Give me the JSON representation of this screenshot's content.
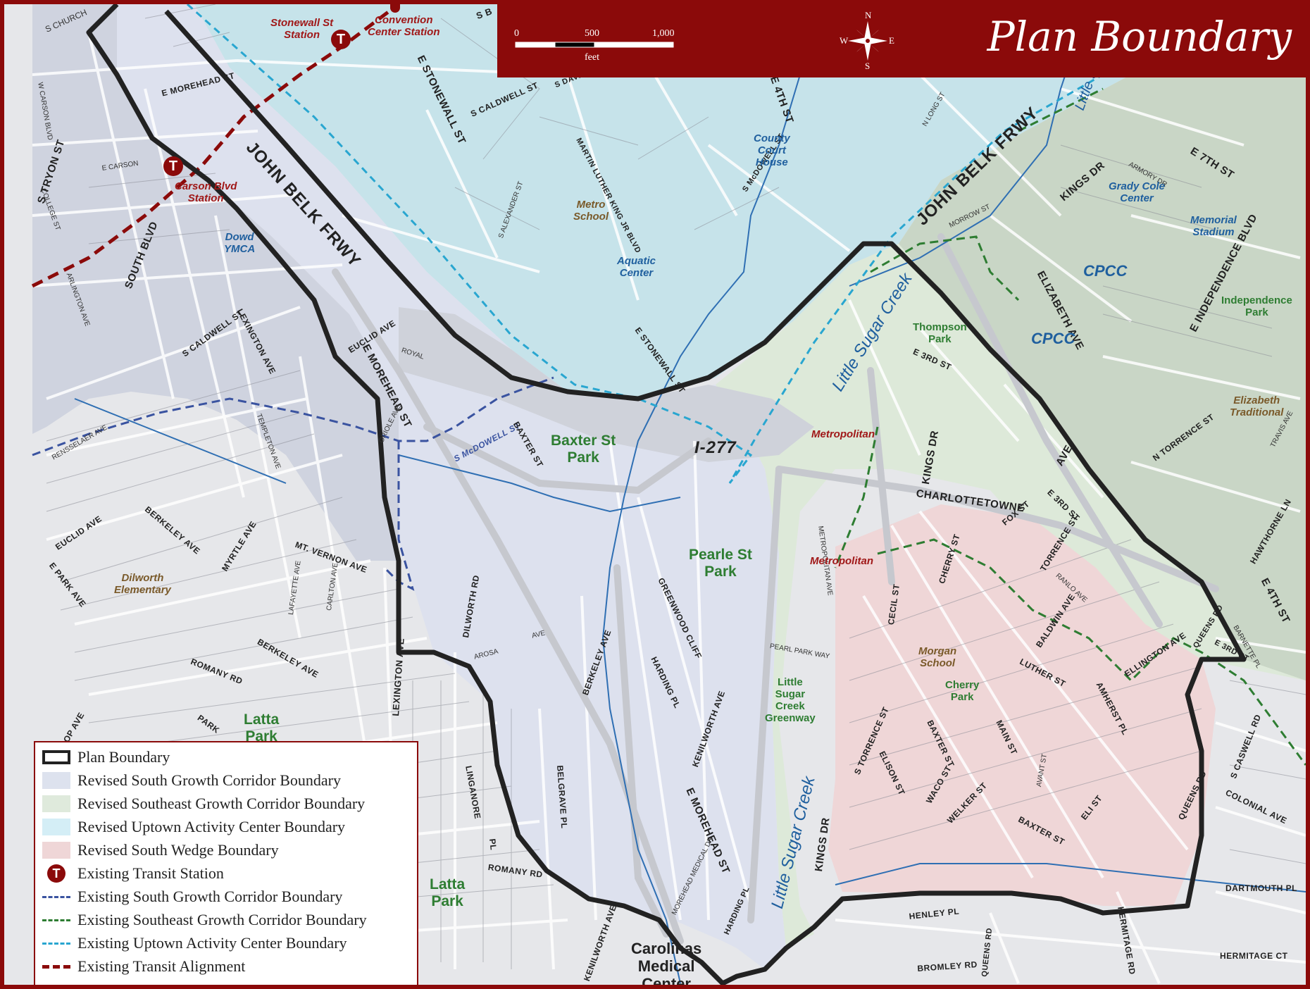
{
  "title": "Plan Boundary",
  "scale": {
    "ticks": [
      "0",
      "500",
      "1,000"
    ],
    "unit": "feet"
  },
  "compass": {
    "n": "N",
    "s": "S",
    "e": "E",
    "w": "W"
  },
  "colors": {
    "south_corridor": "#dde2ee",
    "southeast_corridor": "#dfeadc",
    "uptown": "#c6e3ea",
    "south_wedge": "#efd6d7",
    "transit": "#8b0a0a",
    "existing_south": "#3a53a0",
    "existing_southeast": "#2e7d32",
    "existing_uptown": "#29a6d0"
  },
  "legend": [
    {
      "label": "Plan Boundary",
      "icon": "plan-boundary-swatch"
    },
    {
      "label": "Revised South Growth Corridor Boundary",
      "icon": "south-corridor-swatch"
    },
    {
      "label": "Revised Southeast Growth Corridor Boundary",
      "icon": "southeast-corridor-swatch"
    },
    {
      "label": "Revised Uptown Activity Center Boundary",
      "icon": "uptown-swatch"
    },
    {
      "label": "Revised South Wedge Boundary",
      "icon": "south-wedge-swatch"
    },
    {
      "label": "Existing Transit Station",
      "icon": "transit-station-icon",
      "symbol": "T"
    },
    {
      "label": "Existing South Growth Corridor Boundary",
      "icon": "dashed-blue-line"
    },
    {
      "label": "Existing Southeast Growth Corridor Boundary",
      "icon": "dashed-green-line"
    },
    {
      "label": "Existing Uptown Activity Center Boundary",
      "icon": "dashed-cyan-line"
    },
    {
      "label": "Existing Transit Alignment",
      "icon": "dashed-red-line"
    }
  ],
  "stations": [
    {
      "name": "Stonewall St\nStation",
      "symbol": "T"
    },
    {
      "name": "Convention\nCenter Station"
    },
    {
      "name": "Carson Blvd\nStation",
      "symbol": "T"
    }
  ],
  "streets": {
    "john_belk_1": "JOHN BELK FRWY",
    "john_belk_2": "JOHN BELK FRWY",
    "i277": "I-277",
    "s_tryon": "S TRYON ST",
    "south_blvd": "SOUTH BLVD",
    "e_morehead_1": "E MOREHEAD ST",
    "e_morehead_2": "E MOREHEAD ST",
    "e_morehead_3": "E MOREHEAD ST",
    "e_stonewall_1": "E STONEWALL ST",
    "e_stonewall_2": "E STONEWALL ST",
    "s_caldwell_1": "S CALDWELL ST",
    "s_caldwell_2": "S CALDWELL ST",
    "lexington_1": "LEXINGTON AVE",
    "lexington_2": "LEXINGTON AVE",
    "euclid_1": "EUCLID AVE",
    "euclid_2": "EUCLID AVE",
    "s_mcdowell_1": "S McDOWELL ST",
    "s_mcdowell_2": "S McDOWELL ST",
    "baxter_1": "BAXTER ST",
    "baxter_2": "BAXTER ST",
    "baxter_3": "BAXTER ST",
    "mlk": "MARTIN LUTHER KING JR BLVD",
    "s_davidson": "S DAVIDSON",
    "e_4th_1": "E 4TH ST",
    "e_4th_2": "E 4TH ST",
    "kings_dr_1": "KINGS DR",
    "kings_dr_2": "KINGS DR",
    "kings_dr_3": "KINGS DR",
    "e_7th": "E 7TH ST",
    "elizabeth": "ELIZABETH AVE",
    "independence": "E INDEPENDENCE BLVD",
    "charlottetowne": "CHARLOTTETOWNE",
    "ave": "AVE",
    "e_3rd_1": "E 3RD ST",
    "e_3rd_2": "E 3RD ST",
    "e_3rd_3": "E 3RD ST",
    "n_torrence": "N TORRENCE ST",
    "torrence": "TORRENCE ST",
    "s_torrence": "S TORRENCE ST",
    "cherry": "CHERRY ST",
    "cecil": "CECIL ST",
    "baldwin": "BALDWIN AVE",
    "luther": "LUTHER ST",
    "main": "MAIN ST",
    "amherst": "AMHERST PL",
    "ellington": "ELLINGTON AVE",
    "queens_1": "QUEENS RD",
    "queens_2": "QUEENS RD",
    "queens_3": "QUEENS RD",
    "henley": "HENLEY PL",
    "greenwood": "GREENWOOD CLIFF",
    "harding_1": "HARDING PL",
    "harding_2": "HARDING PL",
    "kenilworth_1": "KENILWORTH AVE",
    "kenilworth_2": "KENILWORTH AVE",
    "berkeley_1": "BERKELEY AVE",
    "berkeley_2": "BERKELEY AVE",
    "berkeley_3": "BERKELEY AVE",
    "dilworth": "DILWORTH RD",
    "arosa": "AROSA",
    "avf": "AVE",
    "mt_vernon": "MT. VERNON AVE",
    "myrtle": "MYRTLE AVE",
    "e_park": "E PARK AVE",
    "romany_1": "ROMANY RD",
    "romany_2": "ROMANY RD",
    "throp": "THROP AVE",
    "park": "PARK",
    "lingangore": "LINGANORE",
    "pl": "PL",
    "belgrave": "BELGRAVE PL",
    "bromley": "BROMLEY RD",
    "hermitage_ct": "HERMITAGE CT",
    "hermitage": "HERMITAGE RD",
    "dartmouth": "DARTMOUTH PL",
    "colonial": "COLONIAL AVE",
    "caswell": "S CASWELL RD",
    "hawthorne": "HAWTHORNE LN",
    "elison": "ELISON ST",
    "waco": "WACO ST",
    "welker": "WELKER ST",
    "eli": "ELI ST",
    "fox": "FOX ST",
    "metropolitan_ave": "METROPOLITAN AVE",
    "pearl_park": "PEARL PARK WAY",
    "ranlo": "RANLO AVE",
    "avant": "AVANT ST",
    "oriole": "ORIOLE AVE",
    "royal": "ROYAL",
    "templeton": "TEMPLETON AVE",
    "rensselaer": "RENSSELAER AVE",
    "carlton": "CARLTON AVE",
    "lafayette": "LAFAYETTE AVE",
    "w_carson": "W CARSON BLVD",
    "e_carson": "E CARSON",
    "arlington": "ARLINGTON AVE",
    "college": "COLLEGE ST",
    "s_church": "S CHURCH",
    "armory": "ARMORY DR",
    "morrow": "MORROW ST",
    "s_alexander": "S ALEXANDER ST",
    "n_long": "N LONG ST",
    "travis": "TRAVIS AVE",
    "barnette": "BARNETTE PL",
    "morehead_medical": "MOREHEAD MEDICAL DR",
    "s_b": "S B"
  },
  "places": {
    "county_court": "County\nCourt\nHouse",
    "metro_school": "Metro\nSchool",
    "aquatic": "Aquatic\nCenter",
    "dowd": "Dowd\nYMCA",
    "grady_cole": "Grady Cole\nCenter",
    "memorial": "Memorial\nStadium",
    "cpcc_1": "CPCC",
    "cpcc_2": "CPCC",
    "independence_park": "Independence\nPark",
    "elizabeth_trad": "Elizabeth\nTraditional",
    "thompson": "Thompson\nPark",
    "baxter_park": "Baxter St\nPark",
    "pearle_park": "Pearle St\nPark",
    "metropolitan_1": "Metropolitan",
    "metropolitan_2": "Metropolitan",
    "morgan": "Morgan\nSchool",
    "cherry_park": "Cherry\nPark",
    "greenway": "Little\nSugar\nCreek\nGreenway",
    "dilworth_elem": "Dilworth\nElementary",
    "latta_1": "Latta\nPark",
    "latta_2": "Latta\nPark",
    "cmc": "Carolinas\nMedical\nCenter",
    "little_sugar_1": "Little Sugar Creek",
    "little_sugar_2": "Little Sugar Creek",
    "little_s": "Little S"
  }
}
